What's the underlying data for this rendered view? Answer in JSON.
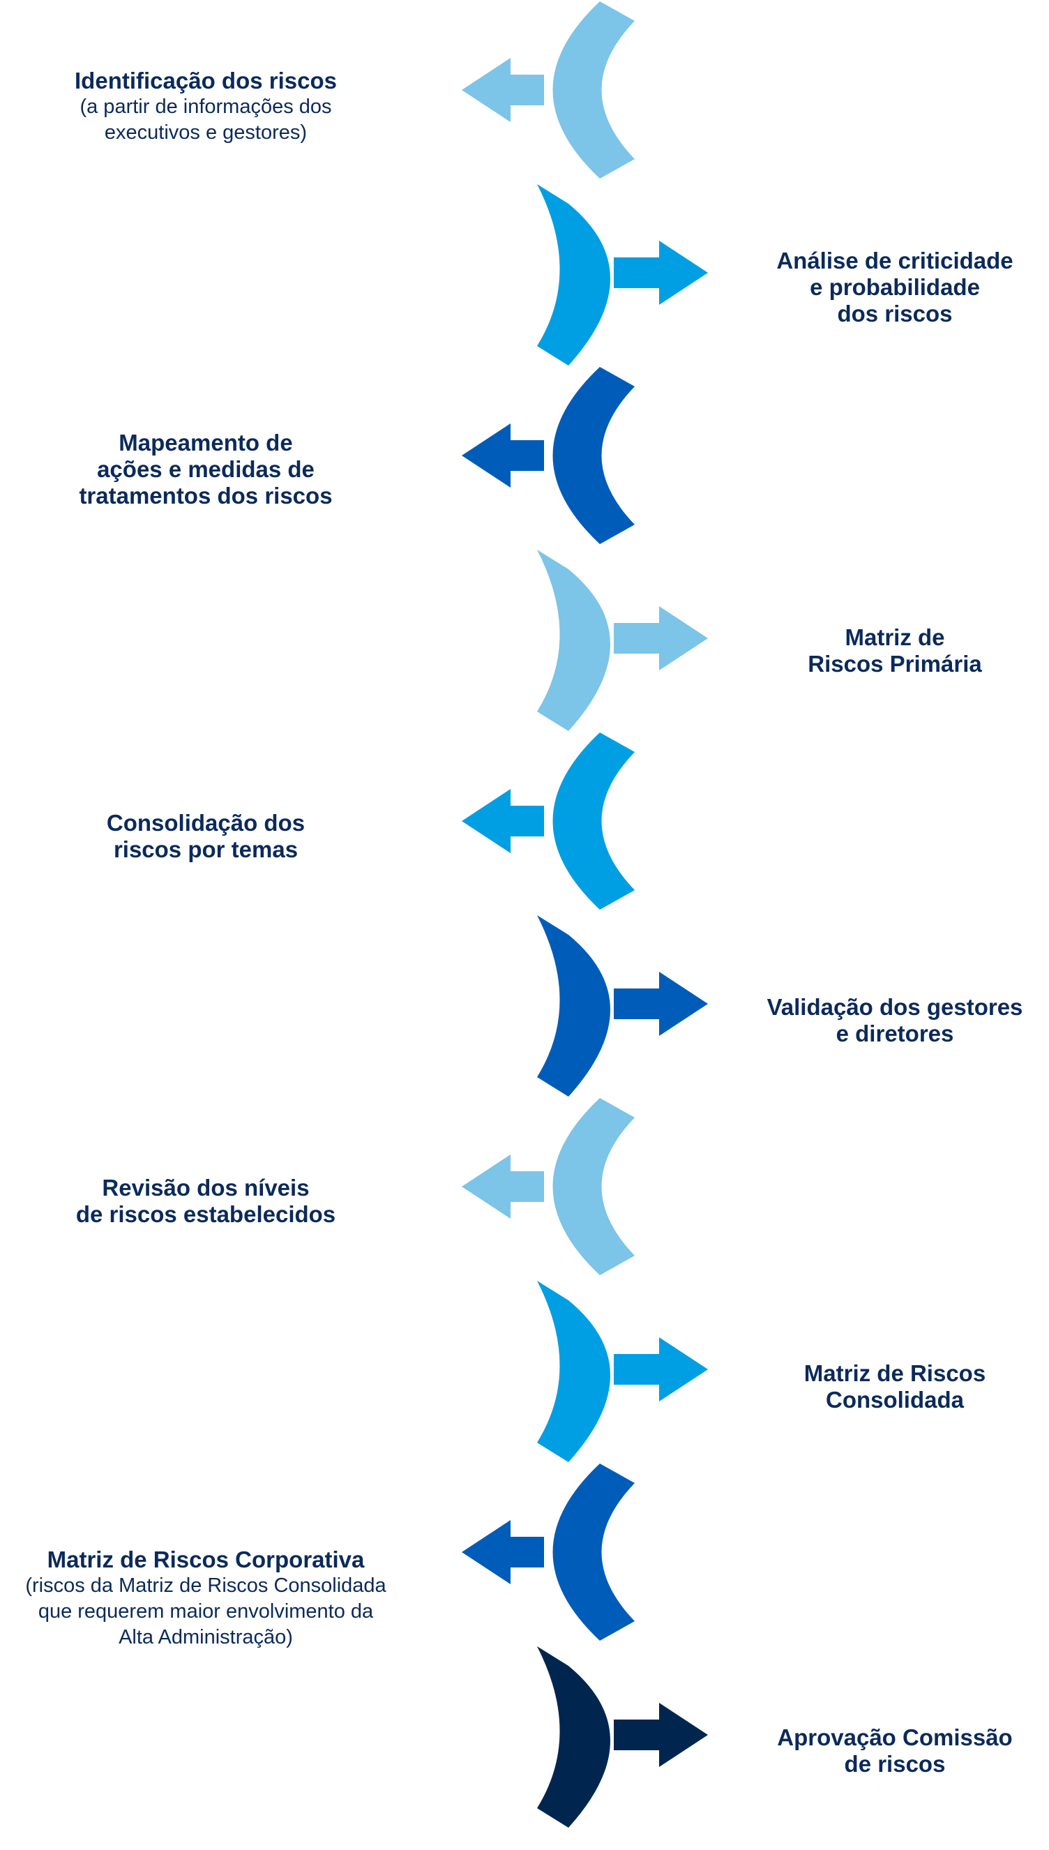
{
  "colors": {
    "light_blue": "#7cc4e8",
    "mid_blue": "#009fe3",
    "royal_blue": "#005cb9",
    "navy": "#00264f",
    "text": "#0b2a5b"
  },
  "steps": [
    {
      "title": "Identificação dos riscos",
      "subtitle": "(a partir de informações dos\nexecutivos e gestores)",
      "side": "left",
      "color": "#7cc4e8"
    },
    {
      "title": "Análise de criticidade\ne probabilidade\ndos riscos",
      "subtitle": "",
      "side": "right",
      "color": "#009fe3"
    },
    {
      "title": "Mapeamento de\nações e medidas de\ntratamentos dos riscos",
      "subtitle": "",
      "side": "left",
      "color": "#005cb9"
    },
    {
      "title": "Matriz de\nRiscos Primária",
      "subtitle": "",
      "side": "right",
      "color": "#7cc4e8"
    },
    {
      "title": "Consolidação dos\nriscos por temas",
      "subtitle": "",
      "side": "left",
      "color": "#009fe3"
    },
    {
      "title": "Validação dos gestores\ne diretores",
      "subtitle": "",
      "side": "right",
      "color": "#005cb9"
    },
    {
      "title": "Revisão dos níveis\nde riscos estabelecidos",
      "subtitle": "",
      "side": "left",
      "color": "#7cc4e8"
    },
    {
      "title": "Matriz de Riscos\nConsolidada",
      "subtitle": "",
      "side": "right",
      "color": "#009fe3"
    },
    {
      "title": "Matriz de Riscos Corporativa",
      "subtitle": "(riscos da Matriz de Riscos Consolidada\nque requerem maior envolvimento da\nAlta Administração)",
      "side": "left",
      "color": "#005cb9"
    },
    {
      "title": "Aprovação Comissão\nde riscos",
      "subtitle": "",
      "side": "right",
      "color": "#00264f"
    }
  ]
}
